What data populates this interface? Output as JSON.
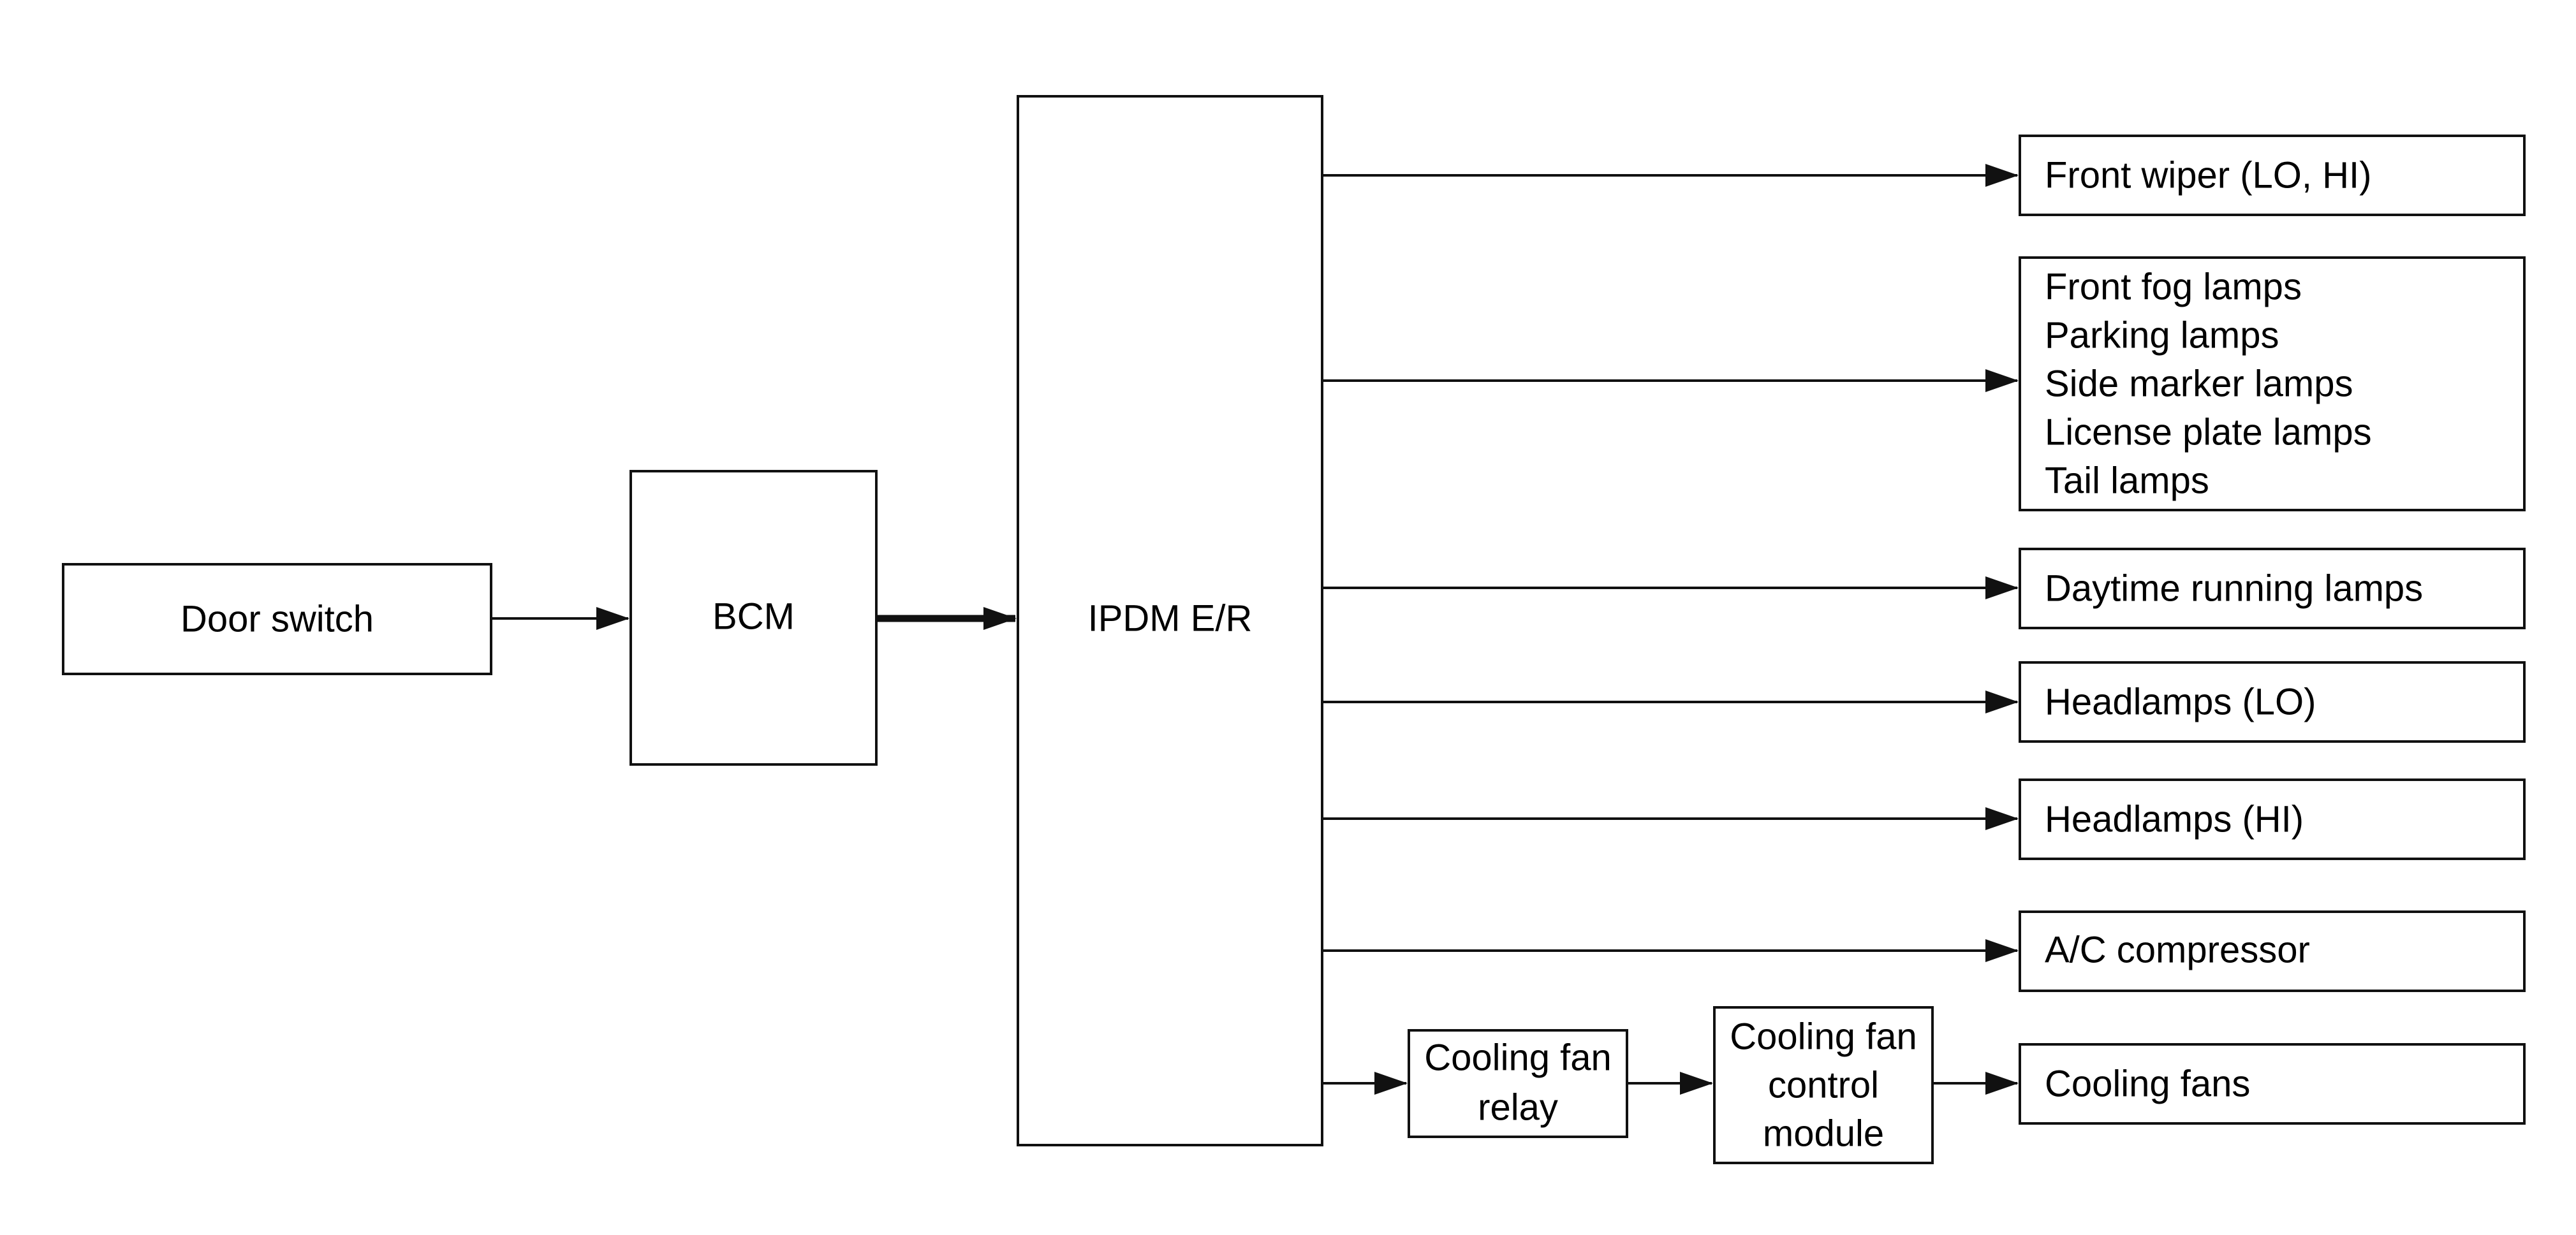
{
  "nodes": {
    "door_switch": {
      "label": "Door switch"
    },
    "bcm": {
      "label": "BCM"
    },
    "ipdm": {
      "label": "IPDM E/R"
    },
    "front_wiper": {
      "label": "Front wiper (LO, HI)"
    },
    "lamp_group": {
      "lines": [
        "Front fog lamps",
        "Parking lamps",
        "Side marker lamps",
        "License plate lamps",
        "Tail lamps"
      ]
    },
    "drl": {
      "label": "Daytime running lamps"
    },
    "headlamps_lo": {
      "label": "Headlamps (LO)"
    },
    "headlamps_hi": {
      "label": "Headlamps (HI)"
    },
    "ac_compressor": {
      "label": "A/C compressor"
    },
    "cooling_fan_relay": {
      "lines": [
        "Cooling fan",
        "relay"
      ]
    },
    "cooling_fan_control_module": {
      "lines": [
        "Cooling fan",
        "control",
        "module"
      ]
    },
    "cooling_fans": {
      "label": "Cooling fans"
    }
  },
  "colors": {
    "line": "#111111",
    "text": "#000000",
    "background": "#ffffff"
  }
}
